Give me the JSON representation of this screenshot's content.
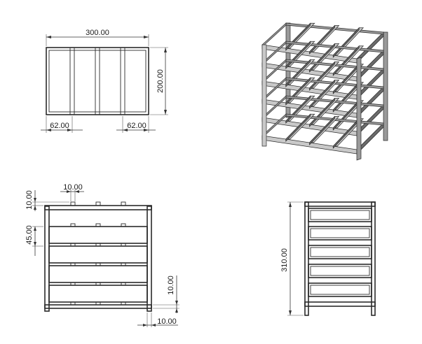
{
  "top_view": {
    "width_dim": "300.00",
    "height_dim": "200.00",
    "left_spacing_dim": "62.00",
    "right_spacing_dim": "62.00"
  },
  "front_view": {
    "tab_width_dim": "10.00",
    "top_offset_dim": "10.00",
    "shelf_pitch_dim": "45.00",
    "foot_height_dim": "10.00",
    "foot_width_dim": "10.00"
  },
  "side_view": {
    "total_height_dim": "310.00"
  }
}
